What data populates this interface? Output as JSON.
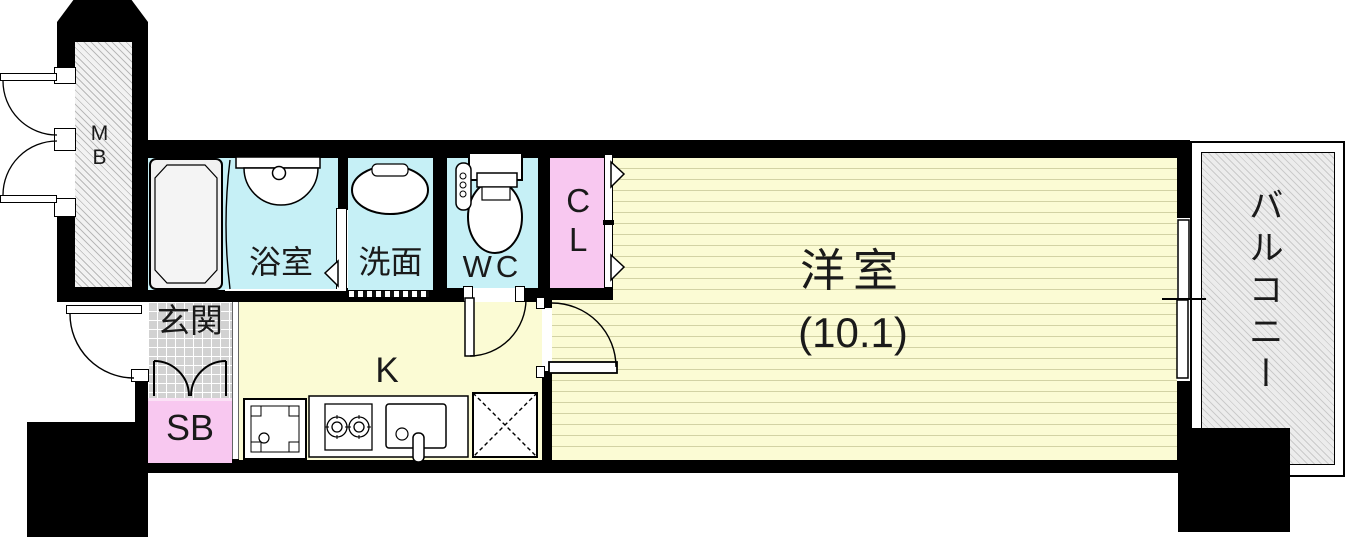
{
  "plan": {
    "type": "apartment-floor-plan",
    "rooms": {
      "mb": {
        "label": "MB"
      },
      "bath": {
        "label": "浴室"
      },
      "wash": {
        "label": "洗面"
      },
      "wc": {
        "label": "WC"
      },
      "cl": {
        "label": "CL"
      },
      "west": {
        "label": "洋室",
        "size": "(10.1)"
      },
      "balcony": {
        "label": "バルコニー"
      },
      "genkan": {
        "label": "玄関"
      },
      "sb": {
        "label": "SB"
      },
      "kitchen": {
        "label": "K"
      }
    },
    "colors": {
      "wet_rooms": "#c6f0f6",
      "storage": "#f8c8f0",
      "floor": "#fbfbd4",
      "floor_line": "#d2d2a4",
      "balcony_fill": "#ebebeb",
      "entrance_tile": "#d2d2d2",
      "wall": "#000000"
    }
  }
}
